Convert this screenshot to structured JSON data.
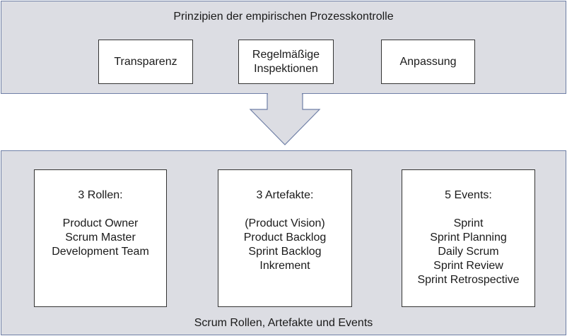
{
  "top": {
    "title": "Prinzipien der empirischen Prozesskontrolle",
    "boxes": [
      "Transparenz",
      "Regelmäßige\nInspektionen",
      "Anpassung"
    ]
  },
  "bottom": {
    "title": "Scrum Rollen, Artefakte und Events",
    "columns": [
      {
        "heading": "3 Rollen:",
        "items": [
          "Product Owner",
          "Scrum Master",
          "Development Team"
        ]
      },
      {
        "heading": "3 Artefakte:",
        "items": [
          "(Product Vision)",
          "Product Backlog",
          "Sprint Backlog",
          "Inkrement"
        ]
      },
      {
        "heading": "5 Events:",
        "items": [
          "Sprint",
          "Sprint Planning",
          "Daily Scrum",
          "Sprint Review",
          "Sprint Retrospective"
        ]
      }
    ]
  },
  "colors": {
    "panel_fill": "#dcdde3",
    "panel_border": "#6f7fa6",
    "box_border": "#333333"
  }
}
